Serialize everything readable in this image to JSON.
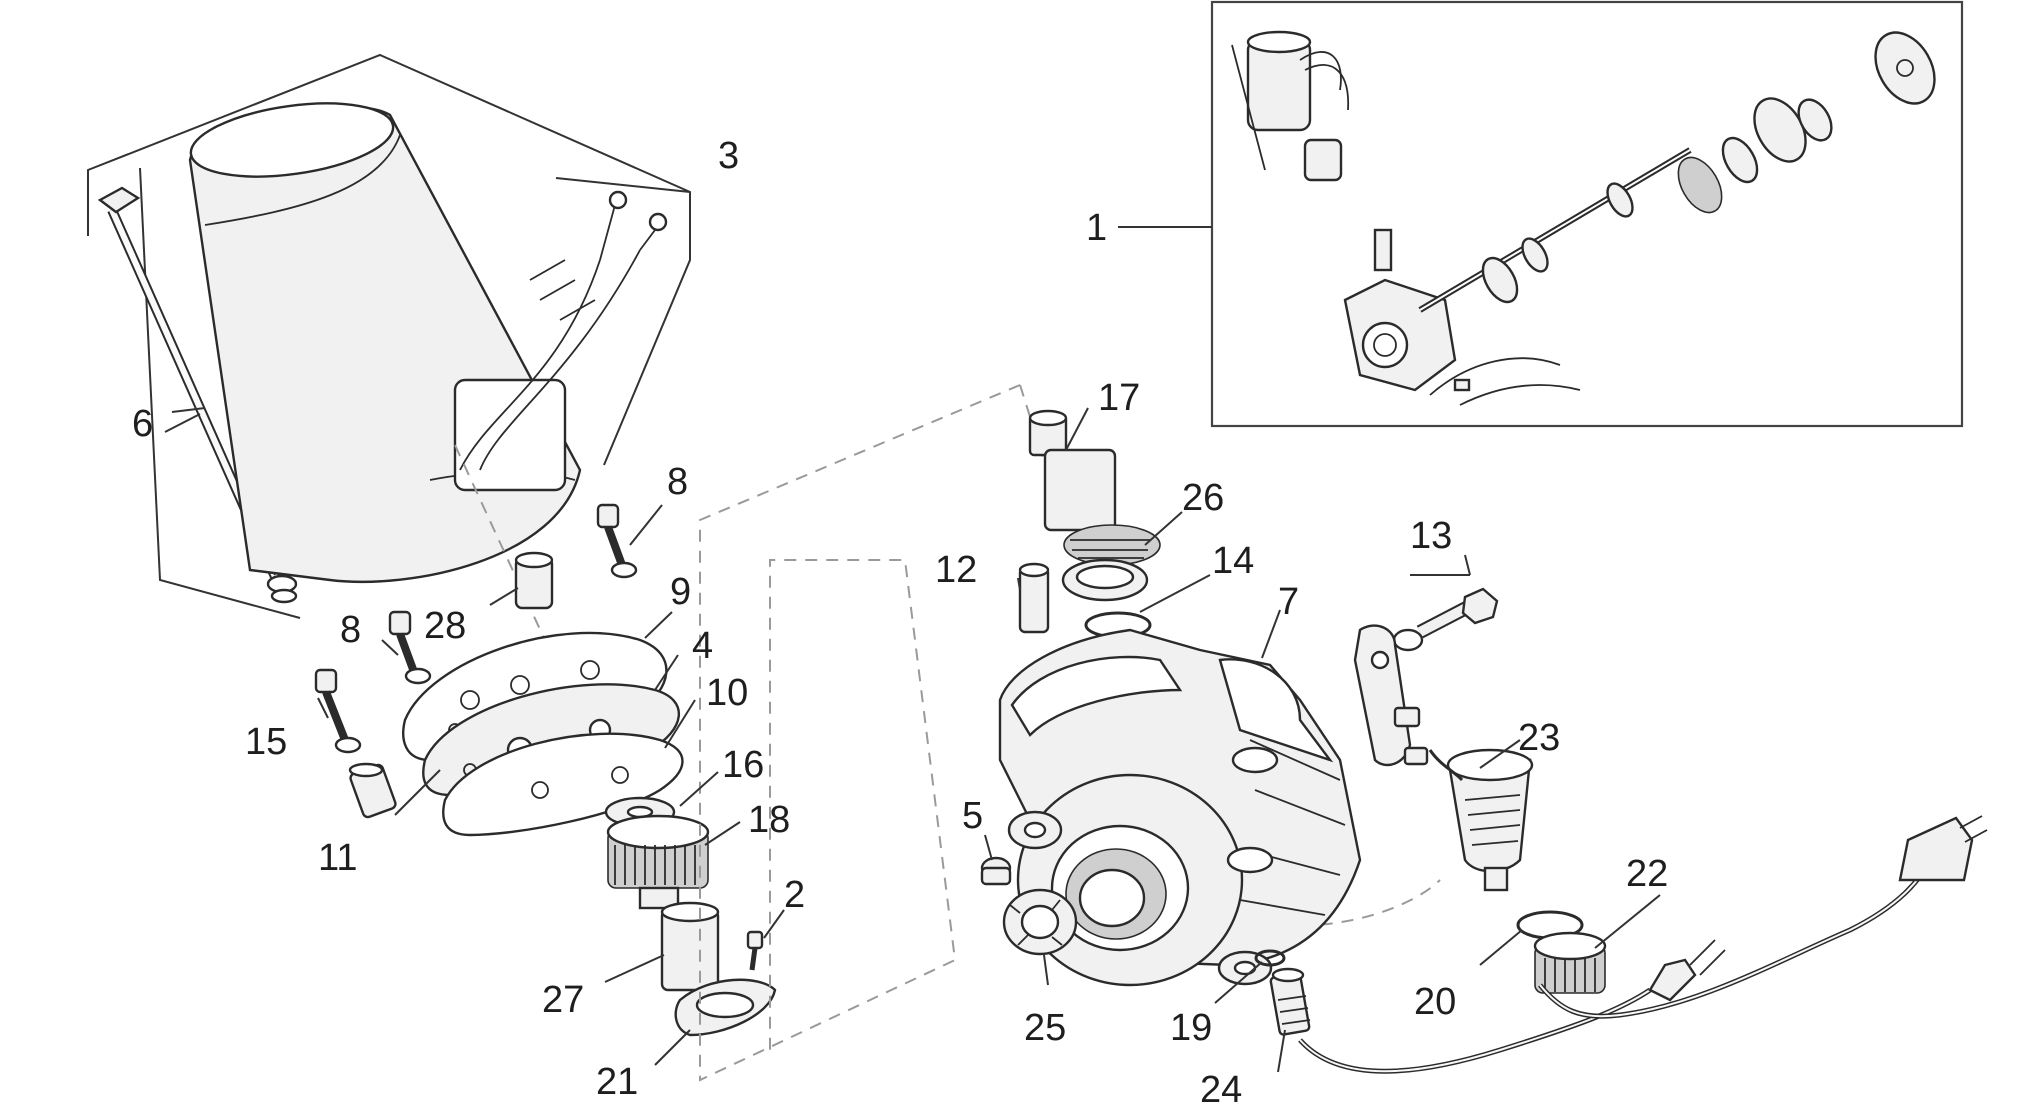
{
  "diagram": {
    "callouts": {
      "c1": "1",
      "c2": "2",
      "c3": "3",
      "c4": "4",
      "c5": "5",
      "c6": "6",
      "c7": "7",
      "c8a": "8",
      "c8b": "8",
      "c9": "9",
      "c10": "10",
      "c11": "11",
      "c12": "12",
      "c13": "13",
      "c14": "14",
      "c15": "15",
      "c16": "16",
      "c17": "17",
      "c18": "18",
      "c19": "19",
      "c20": "20",
      "c21": "21",
      "c22": "22",
      "c23": "23",
      "c24": "24",
      "c25": "25",
      "c26": "26",
      "c27": "27",
      "c28": "28"
    }
  }
}
